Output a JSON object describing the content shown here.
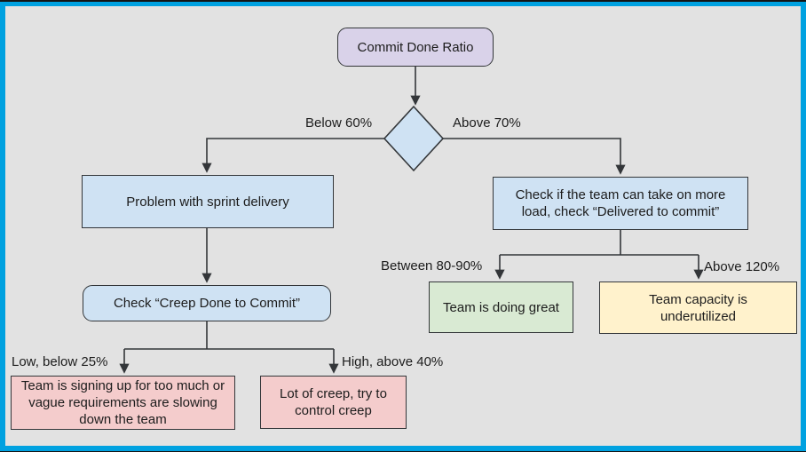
{
  "frame": {
    "border_color": "#00a1e0",
    "background": "#e2e2e2"
  },
  "palette": {
    "start_fill": "#d9d2e9",
    "decision_fill": "#cfe2f3",
    "process_fill": "#cfe2f3",
    "positive_fill": "#d9ead3",
    "warning_fill": "#fff2cc",
    "negative_fill": "#f4cccc",
    "shape_stroke": "#333639",
    "text_color": "#1c1c1c"
  },
  "nodes": {
    "start": "Commit Done Ratio",
    "problem": "Problem with sprint delivery",
    "check_load": "Check if the team can take on more load, check “Delivered to commit”",
    "check_creep": "Check “Creep Done to Commit”",
    "signup_too_much": "Team is signing up for too much or vague requirements are slowing down the team",
    "lot_of_creep": "Lot of creep, try to control creep",
    "doing_great": "Team is doing great",
    "underutilized": "Team capacity is underutilized"
  },
  "edge_labels": {
    "below_60": "Below 60%",
    "above_70": "Above 70%",
    "between_80_90": "Between 80-90%",
    "above_120": "Above 120%",
    "low_below_25": "Low, below 25%",
    "high_above_40": "High, above 40%"
  }
}
